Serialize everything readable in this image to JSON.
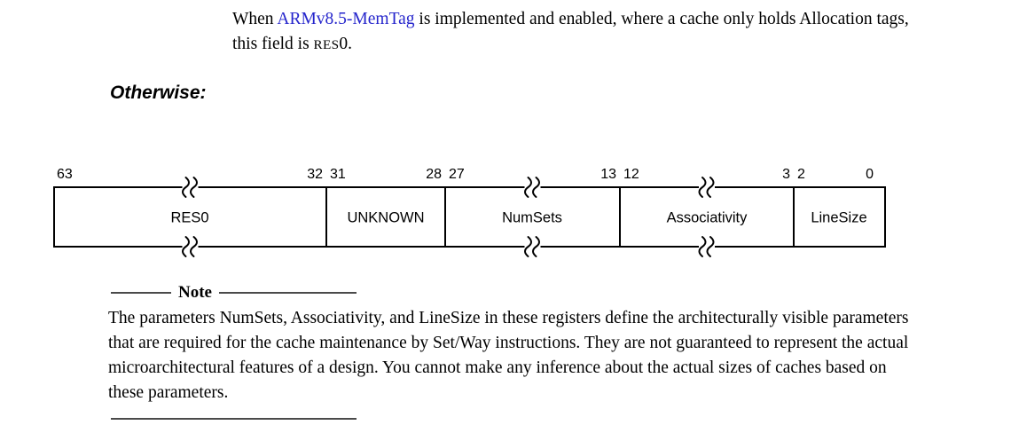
{
  "colors": {
    "link_blue": "#2626cc",
    "text_black": "#000000",
    "rule_gray": "#4a4a4a"
  },
  "intro": {
    "line1_before": "When ",
    "link_text": "ARMv8.5-MemTag",
    "line1_after": " is implemented and enabled, where a cache only holds Allocation tags,",
    "line2_before": "this field is ",
    "line2_smallcaps": "RES",
    "line2_after": "0."
  },
  "otherwise_label": "Otherwise:",
  "diagram": {
    "description": "64-bit register bitfield layout; wavy break marks indicate elided bit width on RES0, NumSets and Associativity fields",
    "fields": [
      {
        "name": "RES0",
        "hi": "63",
        "lo": "32",
        "break": true
      },
      {
        "name": "UNKNOWN",
        "hi": "31",
        "lo": "28",
        "break": false
      },
      {
        "name": "NumSets",
        "hi": "27",
        "lo": "13",
        "break": true
      },
      {
        "name": "Associativity",
        "hi": "12",
        "lo": "3",
        "break": true
      },
      {
        "name": "LineSize",
        "hi": "2",
        "lo": "0",
        "break": false
      }
    ]
  },
  "note": {
    "title": "Note",
    "lines": [
      "The parameters NumSets, Associativity, and LineSize in these registers define the architecturally visible parameters",
      "that are required for the cache maintenance by Set/Way instructions. They are not guaranteed to represent the actual",
      "microarchitectural features of a design. You cannot make any inference about the actual sizes of caches based on",
      "these parameters."
    ]
  }
}
